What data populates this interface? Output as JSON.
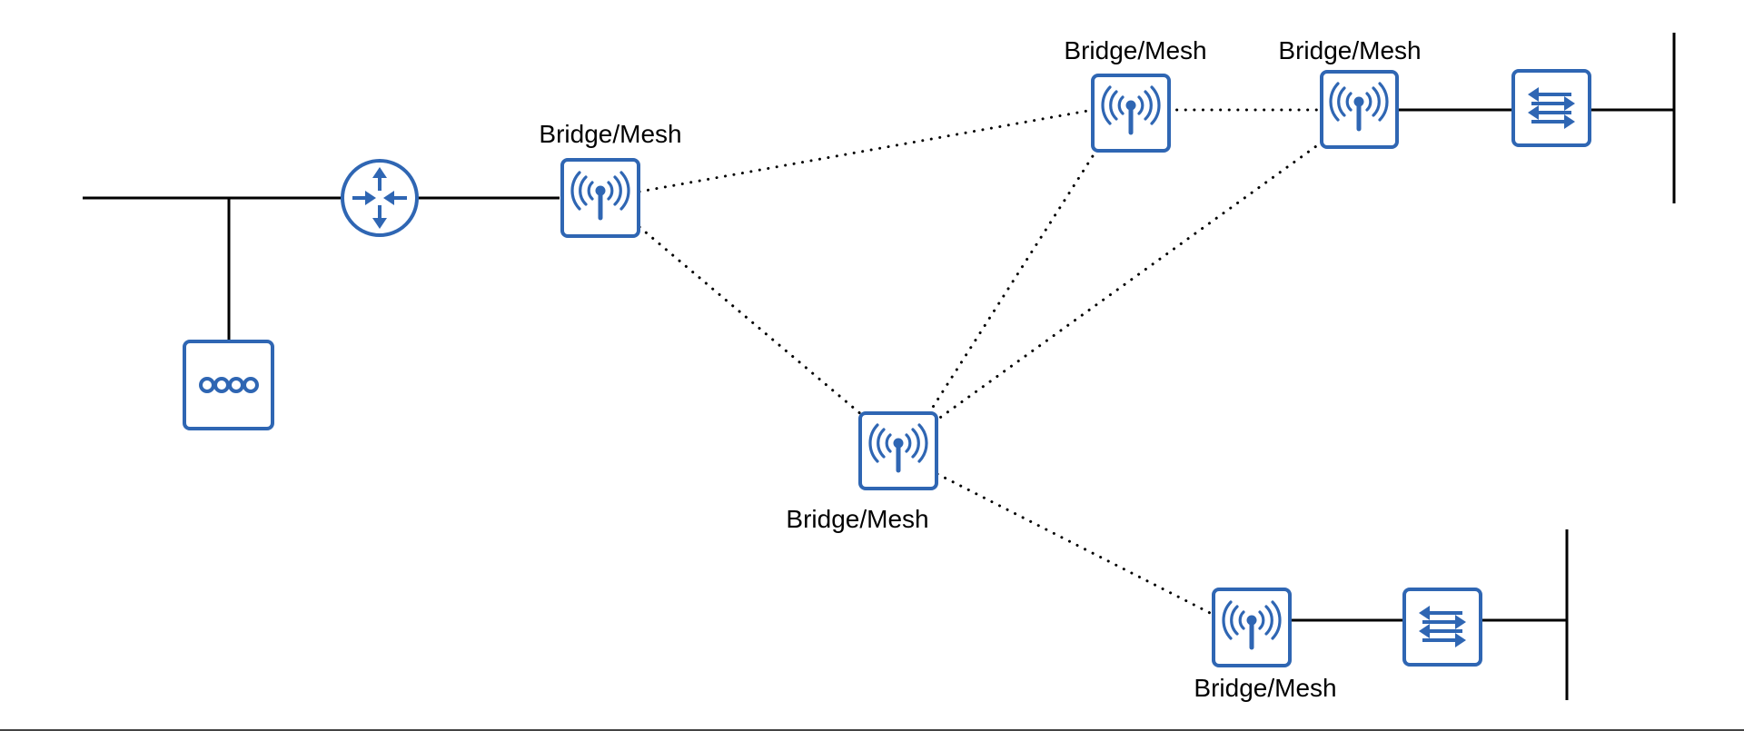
{
  "diagram": {
    "colors": {
      "device_stroke": "#2f66b3",
      "device_icon": "#2f66b3",
      "wire": "#000000",
      "background": "#ffffff"
    },
    "nodes": {
      "router": {
        "icon": "router-icon"
      },
      "hub": {
        "icon": "hub-icon"
      },
      "bridge_1": {
        "label": "Bridge/Mesh",
        "icon": "wireless-ap-icon"
      },
      "bridge_2": {
        "label": "Bridge/Mesh",
        "icon": "wireless-ap-icon"
      },
      "bridge_3": {
        "label": "Bridge/Mesh",
        "icon": "wireless-ap-icon"
      },
      "bridge_4": {
        "label": "Bridge/Mesh",
        "icon": "wireless-ap-icon"
      },
      "bridge_5": {
        "label": "Bridge/Mesh",
        "icon": "wireless-ap-icon"
      },
      "switch_top": {
        "icon": "switch-icon"
      },
      "switch_bottom": {
        "icon": "switch-icon"
      }
    }
  }
}
